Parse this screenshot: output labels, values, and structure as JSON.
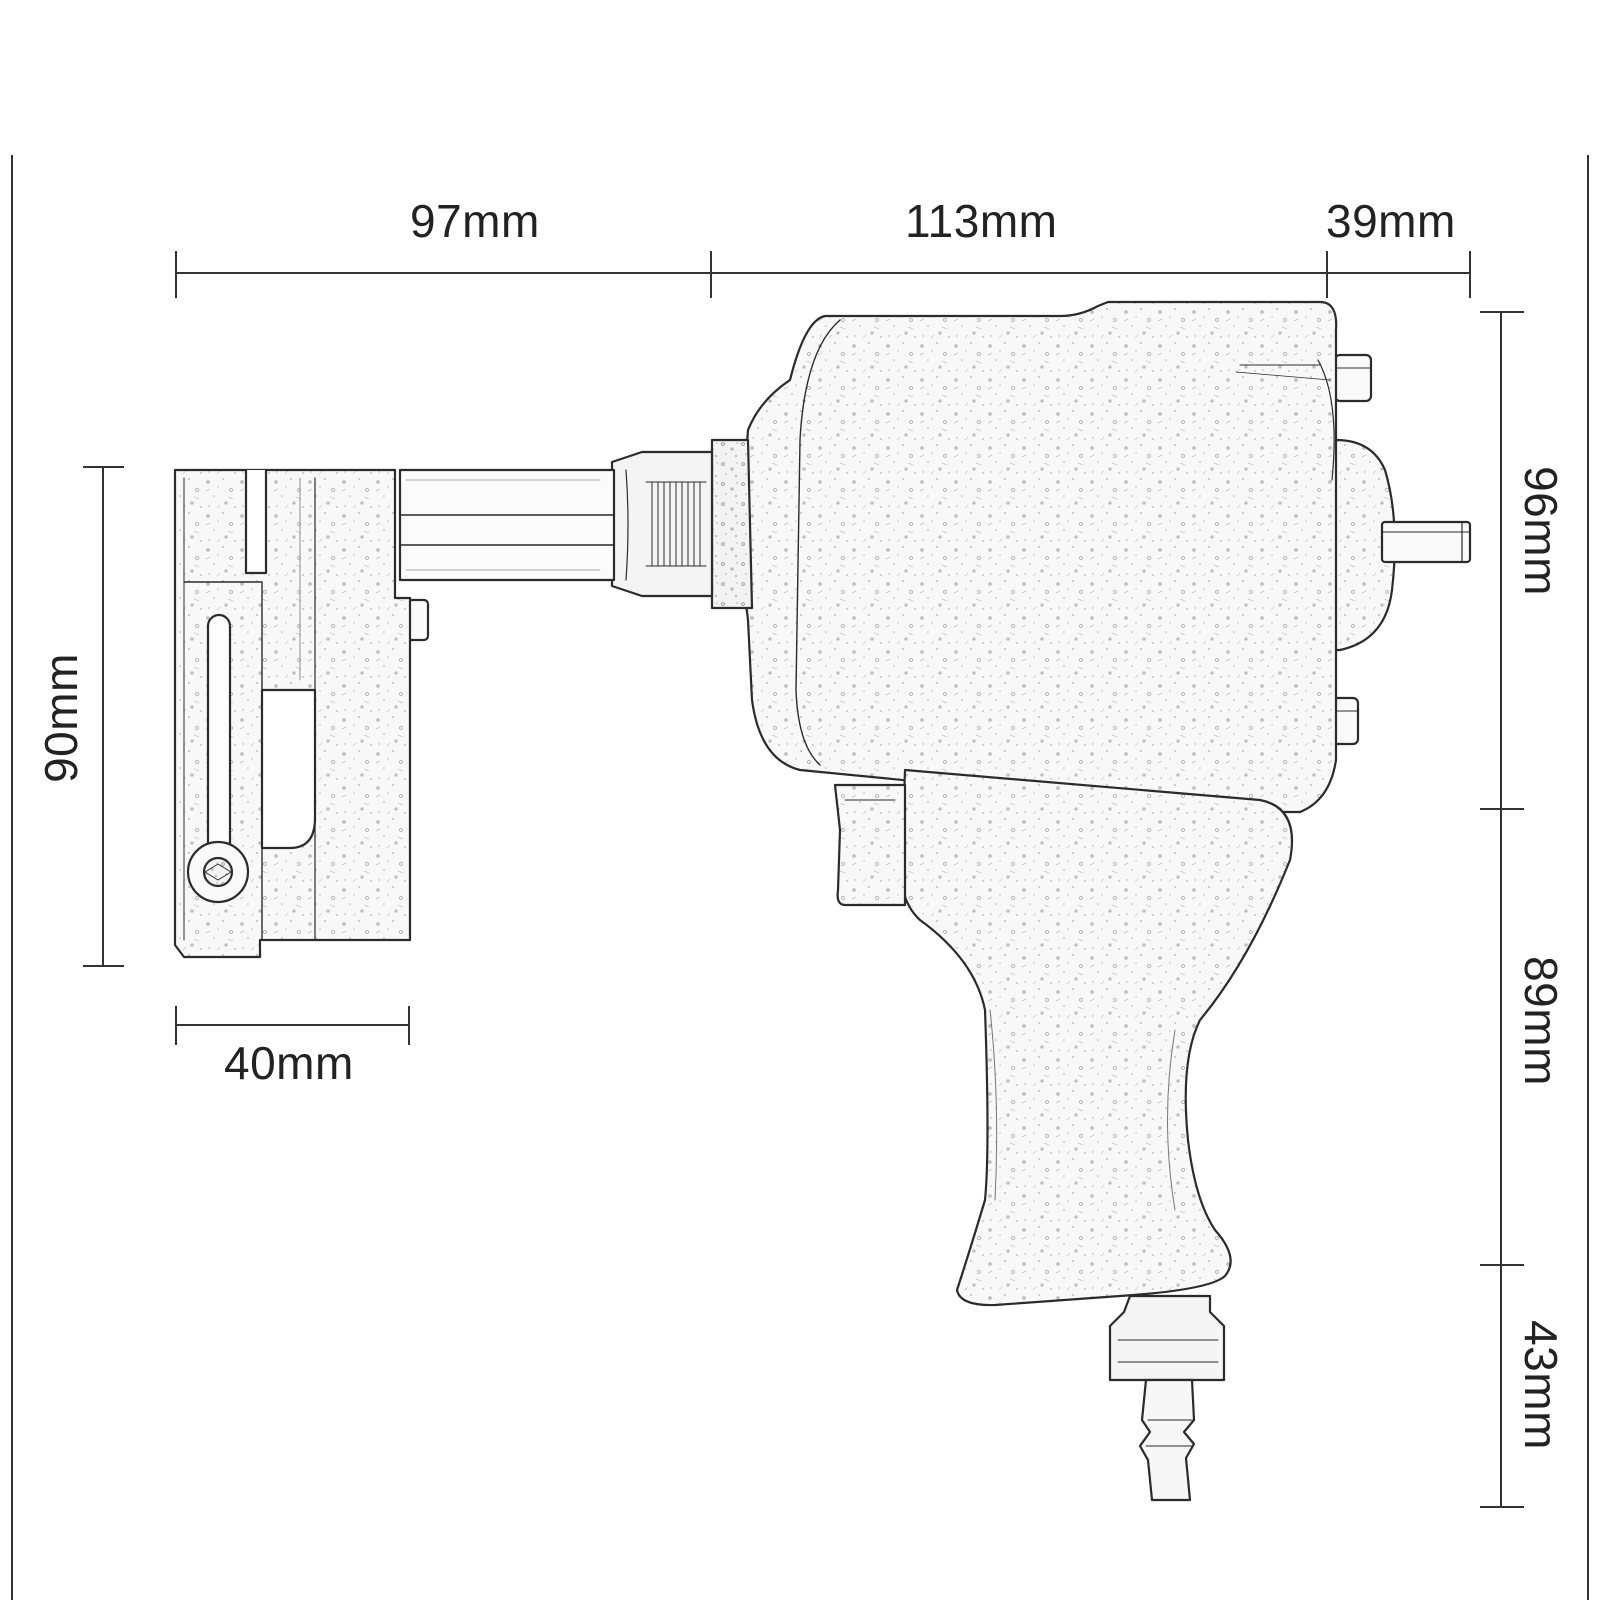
{
  "dimensions": {
    "top_left_width": "97mm",
    "top_mid_width": "113mm",
    "top_right_width": "39mm",
    "head_height": "90mm",
    "head_width": "40mm",
    "body_height": "96mm",
    "grip_height": "89mm",
    "fitting_height": "43mm"
  },
  "colors": {
    "line": "#2b2b2b",
    "fill": "#f7f7f7",
    "background": "#ffffff"
  }
}
